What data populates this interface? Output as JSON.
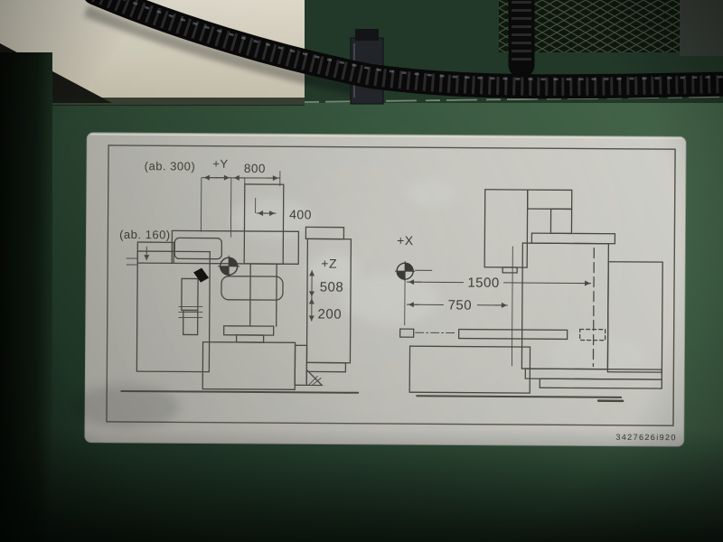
{
  "plate": {
    "left_view": {
      "labels": {
        "y_offset": "(ab. 300)",
        "y_axis": "+Y",
        "y_travel": "800",
        "spindle_dim": "400",
        "z_offset": "(ab. 160)",
        "z_axis": "+Z",
        "z_travel": "508",
        "z_extra": "200"
      }
    },
    "right_view": {
      "labels": {
        "x_axis": "+X",
        "x_travel": "1500",
        "x_half": "750"
      }
    },
    "part_number": "3427626i920"
  },
  "colors": {
    "machine_green": "#3a5a40",
    "plate_silver": "#c6c6c0",
    "wall_beige": "#ded9c8",
    "conduit_black": "#0d0d0d",
    "engraving_grey": "#45453f"
  }
}
